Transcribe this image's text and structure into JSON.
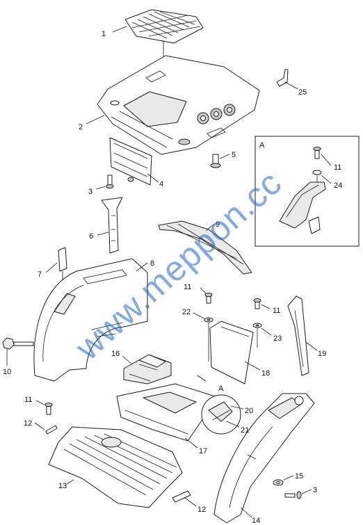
{
  "callouts": {
    "c1": "1",
    "c2": "2",
    "c3a": "3",
    "c3b": "3",
    "c4": "4",
    "c5": "5",
    "c6": "6",
    "c7": "7",
    "c8": "8",
    "c9": "9",
    "c10": "10",
    "c11a": "11",
    "c11b": "11",
    "c11c": "11",
    "c11d": "11",
    "c12a": "12",
    "c12b": "12",
    "c13": "13",
    "c14": "14",
    "c15": "15",
    "c16": "16",
    "c17": "17",
    "c18": "18",
    "c19": "19",
    "c20": "20",
    "c21": "21",
    "c22": "22",
    "c23": "23",
    "c24": "24",
    "c25": "25"
  },
  "views": {
    "inset_label": "A",
    "detail_label": "A"
  },
  "watermark": {
    "text": "www.meppon.cc",
    "color": "#1e64c8"
  }
}
